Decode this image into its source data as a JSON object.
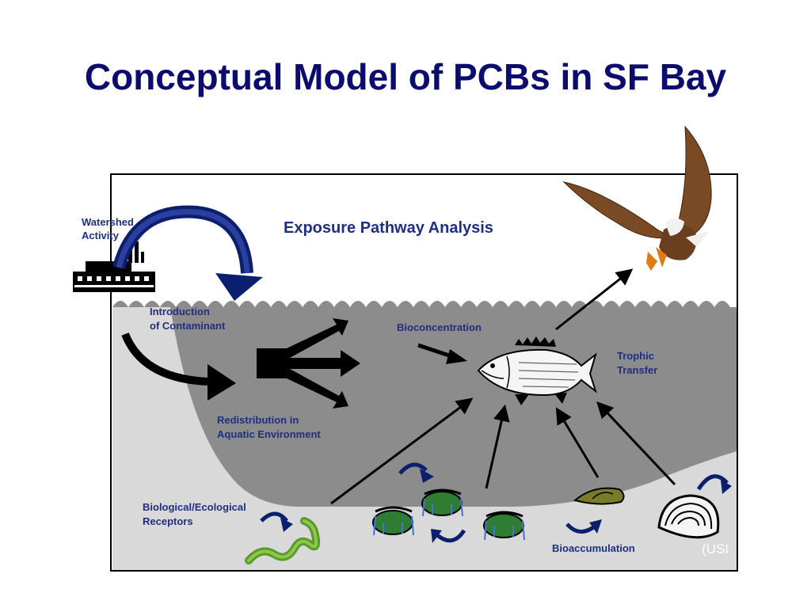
{
  "title": "Conceptual Model of PCBs in SF Bay",
  "diagram": {
    "heading": "Exposure Pathway Analysis",
    "labels": {
      "watershed_line1": "Watershed",
      "watershed_line2": "Activity",
      "introduction_line1": "Introduction",
      "introduction_line2": "of Contaminant",
      "bioconcentration": "Bioconcentration",
      "trophic_line1": "Trophic",
      "trophic_line2": "Transfer",
      "redistribution_line1": "Redistribution in",
      "redistribution_line2": "Aquatic Environment",
      "receptors_line1": "Biological/Ecological",
      "receptors_line2": "Receptors",
      "bioaccumulation": "Bioaccumulation",
      "credit": "(USI"
    },
    "colors": {
      "title": "#0c0c6e",
      "label": "#1f2f80",
      "water": "#8c8c8c",
      "sediment": "#d9d9d9",
      "curve_arrow": "#0a1f6e"
    }
  }
}
